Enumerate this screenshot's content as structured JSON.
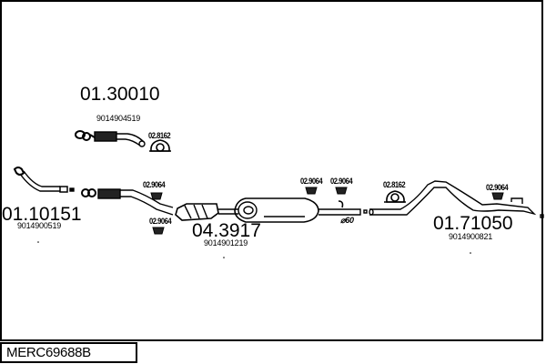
{
  "diagram": {
    "title_code": "MERC69688B",
    "parts": [
      {
        "id": "part-01-30010",
        "main_number": "01.30010",
        "oem_number": "9014904519"
      },
      {
        "id": "part-01-10151",
        "main_number": "01.10151",
        "oem_number": "9014900519"
      },
      {
        "id": "part-04-3917",
        "main_number": "04.3917",
        "oem_number": "9014901219"
      },
      {
        "id": "part-01-71050",
        "main_number": "01.71050",
        "oem_number": "9014900821"
      }
    ],
    "fittings": [
      {
        "ref": "02.8162",
        "type": "clamp-ring"
      },
      {
        "ref": "02.9064",
        "type": "rubber-hanger"
      },
      {
        "ref": "02.9064",
        "type": "rubber-hanger"
      },
      {
        "ref": "02.9064",
        "type": "rubber-hanger"
      },
      {
        "ref": "02.9064",
        "type": "rubber-hanger"
      },
      {
        "ref": "02.8162",
        "type": "clamp-ring"
      },
      {
        "ref": "02.9064",
        "type": "rubber-hanger"
      }
    ],
    "diameter_label": "⌀60"
  }
}
